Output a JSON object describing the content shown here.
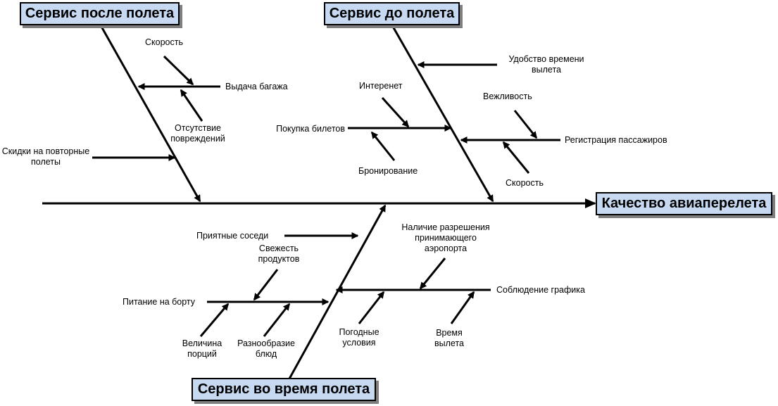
{
  "effect": "Качество авиаперелета",
  "categories": {
    "after": "Сервис после полета",
    "before": "Сервис до полета",
    "during": "Сервис во время полета"
  },
  "causes": {
    "after_speed": "Скорость",
    "after_baggage": "Выдача багажа",
    "after_no_damage": "Отсутствие повреждений",
    "after_discounts": "Скидки на повторные полеты",
    "before_convenience": "Удобство времени вылета",
    "before_internet": "Интеренет",
    "before_tickets": "Покупка билетов",
    "before_booking": "Бронирование",
    "before_politeness": "Вежливость",
    "before_registration": "Регистрация пассажиров",
    "before_speed": "Скорость",
    "during_neighbors": "Приятные соседи",
    "during_freshness": "Свежесть продуктов",
    "during_food": "Питание на борту",
    "during_portions": "Величина порций",
    "during_variety": "Разнообразие блюд",
    "during_permission": "Наличие разрешения принимающего аэропорта",
    "during_schedule": "Соблюдение графика",
    "during_weather": "Погодные условия",
    "during_departure_time": "Время вылета"
  }
}
